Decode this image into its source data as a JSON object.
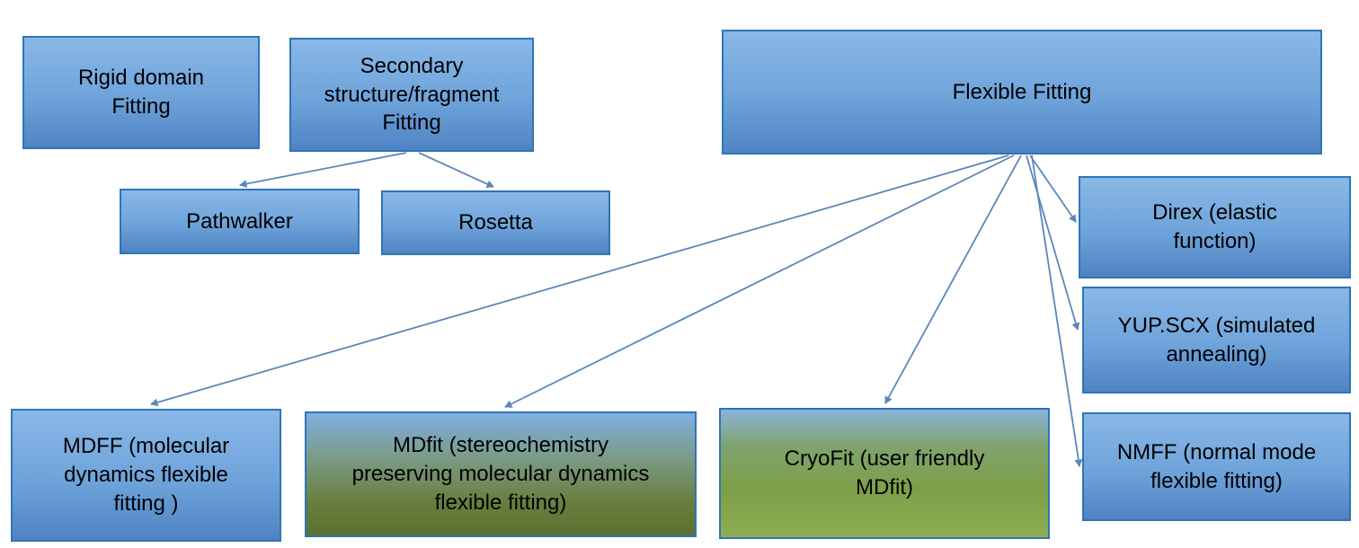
{
  "colors": {
    "box_border": "#2e75b6",
    "box_blue_top": "#8ab8e8",
    "box_blue_mid": "#6ea3da",
    "box_blue_bottom": "#5083c3",
    "arrow": "#5b87b8"
  },
  "boxes": {
    "rigid": {
      "label": "Rigid domain\nFitting"
    },
    "secondary": {
      "label": "Secondary\nstructure/fragment\nFitting"
    },
    "flexible": {
      "label": "Flexible Fitting"
    },
    "pathwalker": {
      "label": "Pathwalker"
    },
    "rosetta": {
      "label": "Rosetta"
    },
    "direx": {
      "label": "Direx (elastic\nfunction)"
    },
    "yupscx": {
      "label": "YUP.SCX (simulated\nannealing)"
    },
    "nmff": {
      "label": "NMFF (normal mode\nflexible fitting)"
    },
    "mdff": {
      "label": "MDFF (molecular\ndynamics flexible\nfitting )"
    },
    "mdfit": {
      "label": "MDfit (stereochemistry\npreserving molecular dynamics\nflexible fitting)"
    },
    "cryofit": {
      "label": "CryoFit (user friendly\nMDfit)"
    }
  }
}
